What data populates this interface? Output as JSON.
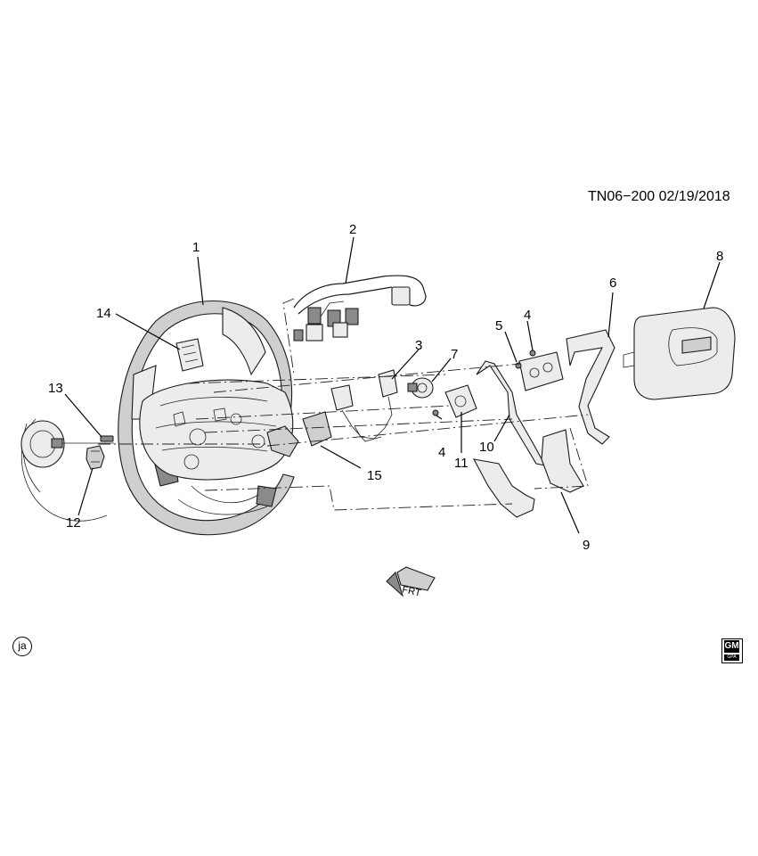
{
  "header": {
    "doc_id": "TN06−200  02/19/2018"
  },
  "footer": {
    "badge_text": "ja",
    "logo_text": "GM",
    "logo_subtext": "GPA"
  },
  "direction_arrow_text": "FRT",
  "callouts": [
    {
      "id": "c1",
      "label": "1"
    },
    {
      "id": "c2",
      "label": "2"
    },
    {
      "id": "c3",
      "label": "3"
    },
    {
      "id": "c4a",
      "label": "4"
    },
    {
      "id": "c4b",
      "label": "4"
    },
    {
      "id": "c5",
      "label": "5"
    },
    {
      "id": "c6",
      "label": "6"
    },
    {
      "id": "c7",
      "label": "7"
    },
    {
      "id": "c8",
      "label": "8"
    },
    {
      "id": "c9",
      "label": "9"
    },
    {
      "id": "c10",
      "label": "10"
    },
    {
      "id": "c11",
      "label": "11"
    },
    {
      "id": "c12",
      "label": "12"
    },
    {
      "id": "c13",
      "label": "13"
    },
    {
      "id": "c14",
      "label": "14"
    },
    {
      "id": "c15",
      "label": "15"
    }
  ]
}
